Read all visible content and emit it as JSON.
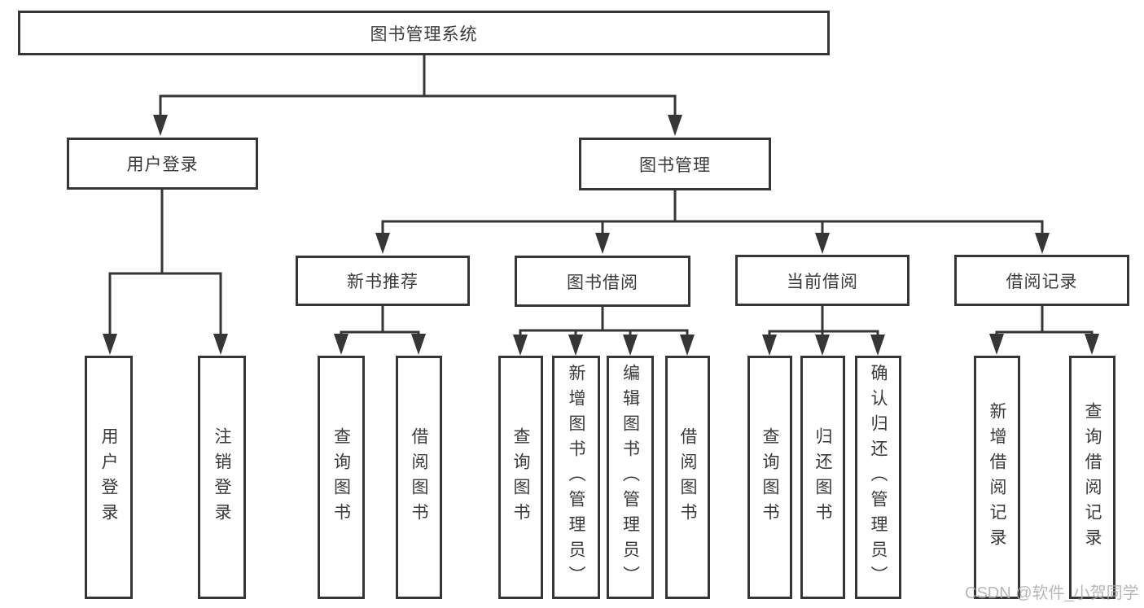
{
  "diagram_type": "hierarchy-tree",
  "root": {
    "label": "图书管理系统",
    "children": [
      {
        "label": "用户登录",
        "children": [
          {
            "label": "用户登录"
          },
          {
            "label": "注销登录"
          }
        ]
      },
      {
        "label": "图书管理",
        "children": [
          {
            "label": "新书推荐",
            "children": [
              {
                "label": "查询图书"
              },
              {
                "label": "借阅图书"
              }
            ]
          },
          {
            "label": "图书借阅",
            "children": [
              {
                "label": "查询图书"
              },
              {
                "label": "新增图书（管理员）"
              },
              {
                "label": "编辑图书（管理员）"
              },
              {
                "label": "借阅图书"
              }
            ]
          },
          {
            "label": "当前借阅",
            "children": [
              {
                "label": "查询图书"
              },
              {
                "label": "归还图书"
              },
              {
                "label": "确认归还（管理员）"
              }
            ]
          },
          {
            "label": "借阅记录",
            "children": [
              {
                "label": "新增借阅记录"
              },
              {
                "label": "查询借阅记录"
              }
            ]
          }
        ]
      }
    ]
  },
  "watermark": "CSDN @软件_小贺同学",
  "colors": {
    "line": "#363636",
    "box_border": "#363636",
    "text": "#3a3a3a",
    "watermark": "#ababab",
    "background": "#ffffff"
  }
}
